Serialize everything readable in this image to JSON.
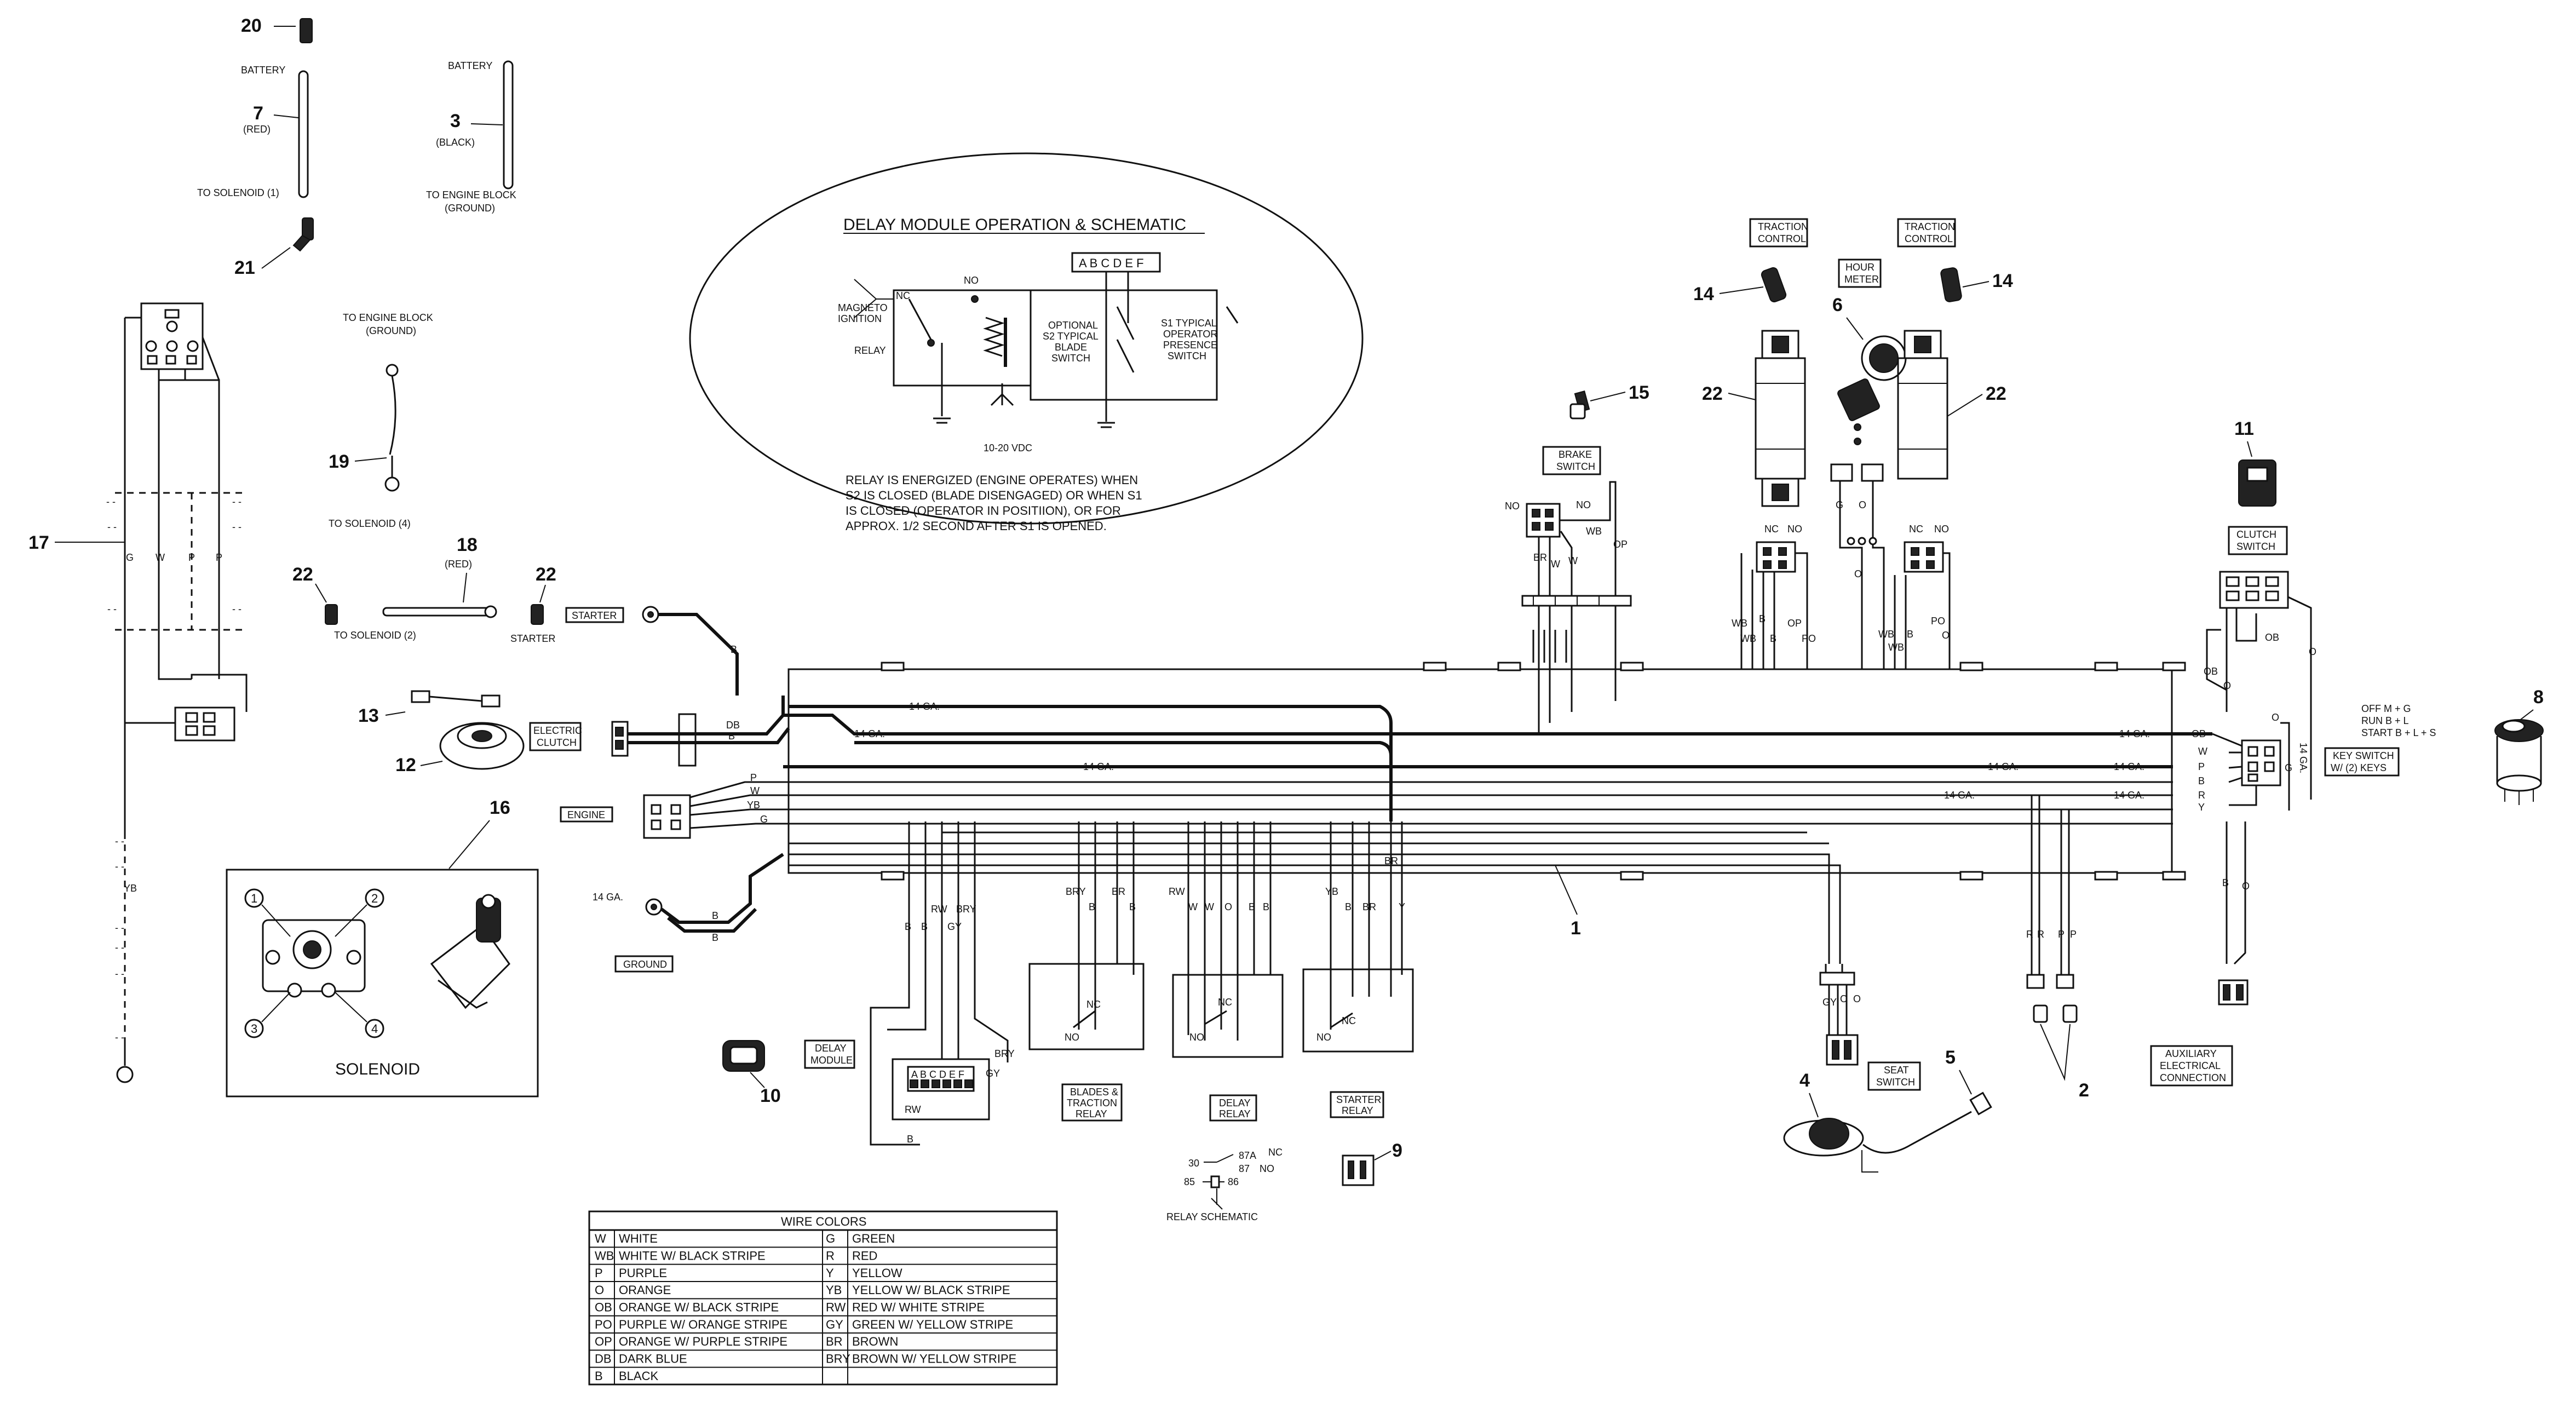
{
  "part_numbers": {
    "p1": "1",
    "p2": "2",
    "p3": "3",
    "p4": "4",
    "p5": "5",
    "p6": "6",
    "p7": "7",
    "p8": "8",
    "p9": "9",
    "p10": "10",
    "p11": "11",
    "p12": "12",
    "p13": "13",
    "p14a": "14",
    "p14b": "14",
    "p15": "15",
    "p16": "16",
    "p17": "17",
    "p18": "18",
    "p19": "19",
    "p20": "20",
    "p21": "21",
    "p22a": "22",
    "p22b": "22",
    "p22c": "22",
    "p22d": "22"
  },
  "cable_labels": {
    "battery_1": "BATTERY",
    "red_1": "(RED)",
    "to_solenoid_1": "TO SOLENOID (1)",
    "battery_2": "BATTERY",
    "black": "(BLACK)",
    "to_engine_block_ground_1": "TO ENGINE BLOCK",
    "to_engine_block_ground_2": "(GROUND)",
    "to_engine_block_1": "TO ENGINE BLOCK",
    "to_engine_block_2": "(GROUND)",
    "to_solenoid_4": "TO SOLENOID (4)",
    "red_2": "(RED)",
    "to_solenoid_2": "TO SOLENOID (2)",
    "starter_small": "STARTER"
  },
  "component_labels": {
    "starter": "STARTER",
    "electric_clutch_1": "ELECTRIC",
    "electric_clutch_2": "CLUTCH",
    "engine": "ENGINE",
    "ground": "GROUND",
    "delay_module_1": "DELAY",
    "delay_module_2": "MODULE",
    "blades_relay_1": "BLADES &",
    "blades_relay_2": "TRACTION",
    "blades_relay_3": "RELAY",
    "delay_relay_1": "DELAY",
    "delay_relay_2": "RELAY",
    "starter_relay_1": "STARTER",
    "starter_relay_2": "RELAY",
    "brake_switch_1": "BRAKE",
    "brake_switch_2": "SWITCH",
    "traction_control_l1": "TRACTION",
    "traction_control_l2": "CONTROL",
    "traction_control_r1": "TRACTION",
    "traction_control_r2": "CONTROL",
    "hour_meter_1": "HOUR",
    "hour_meter_2": "METER",
    "clutch_switch_1": "CLUTCH",
    "clutch_switch_2": "SWITCH",
    "key_switch_1": "KEY SWITCH",
    "key_switch_2": "W/ (2) KEYS",
    "seat_switch_1": "SEAT",
    "seat_switch_2": "SWITCH",
    "aux_1": "AUXILIARY",
    "aux_2": "ELECTRICAL",
    "aux_3": "CONNECTION",
    "solenoid": "SOLENOID",
    "relay_schematic": "RELAY SCHEMATIC"
  },
  "key_positions": {
    "off": "OFF   M + G",
    "run": "RUN   B + L",
    "start": "START B + L + S"
  },
  "relay_schematic": {
    "pin30": "30",
    "pin87a": "87A",
    "nc": "NC",
    "pin87": "87",
    "no": "NO",
    "pin85": "85",
    "pin86": "86"
  },
  "gauge": {
    "g14a": "14 GA.",
    "g14b": "14 GA.",
    "g14c": "14 GA.",
    "g14d": "14 GA.",
    "g14e": "14 GA.",
    "g14f": "14 GA.",
    "g14g": "14 GA.",
    "g14h": "14 GA.",
    "g14v": "14 GA."
  },
  "delay_module": {
    "title": "DELAY MODULE OPERATION & SCHEMATIC",
    "terminals": "A B C D E F",
    "nc": "NC",
    "no": "NO",
    "magneto_1": "MAGNETO",
    "magneto_2": "IGNITION",
    "relay": "RELAY",
    "optional_1": "OPTIONAL",
    "optional_2": "S2 TYPICAL",
    "optional_3": "BLADE",
    "optional_4": "SWITCH",
    "s1_1": "S1 TYPICAL",
    "s1_2": "OPERATOR",
    "s1_3": "PRESENCE",
    "s1_4": "SWITCH",
    "vdc": "10-20 VDC",
    "note_1": "RELAY IS ENERGIZED (ENGINE OPERATES) WHEN",
    "note_2": "S2 IS CLOSED (BLADE DISENGAGED) OR WHEN S1",
    "note_3": "IS CLOSED (OPERATOR IN POSITIION), OR FOR",
    "note_4": "APPROX. 1/2 SECOND AFTER S1 IS OPENED."
  },
  "wire_labels": {
    "w_g": "G",
    "w_w": "W",
    "w_p": "P",
    "w_p2": "P",
    "w_yb": "YB",
    "b_starter": "B",
    "db": "DB",
    "b_clutch": "B",
    "eng_p": "P",
    "eng_w": "W",
    "eng_yb": "YB",
    "eng_g": "G",
    "gnd_b1": "B",
    "gnd_b2": "B",
    "dm_b1": "B",
    "dm_b2": "B",
    "dm_rw": "RW",
    "dm_bry": "BRY",
    "dm_gy": "GY",
    "dm_bry2": "BRY",
    "dm_gy2": "GY",
    "dm_rw2": "RW",
    "dm_b3": "B",
    "r1_bry": "BRY",
    "r1_b1": "B",
    "r1_br": "BR",
    "r1_b2": "B",
    "r2_rw": "RW",
    "r2_w1": "W",
    "r2_w2": "W",
    "r2_o": "O",
    "r2_b1": "B",
    "r2_b2": "B",
    "r3_yb": "YB",
    "r3_b": "B",
    "r3_br": "BR",
    "r3_y": "Y",
    "r3_br2": "BR",
    "r_nc1": "NC",
    "r_no1": "NO",
    "r_nc2": "NC",
    "r_no2": "NO",
    "r_nc3": "NC",
    "r_no3": "NO",
    "bs_no1": "NO",
    "bs_no2": "NO",
    "bs_wb": "WB",
    "bs_op": "OP",
    "bs_br": "BR",
    "bs_w1": "W",
    "bs_w2": "W",
    "tc_nc1": "NC",
    "tc_no1": "NO",
    "tc_wb1": "WB",
    "tc_b1": "B",
    "tc_wb2": "WB",
    "tc_b2": "B",
    "tc_op": "OP",
    "tc_po1": "PO",
    "tc_nc2": "NC",
    "tc_no2": "NO",
    "tc_wb3": "WB",
    "tc_b3": "B",
    "tc_wb4": "WB",
    "tc_po2": "PO",
    "tc_o1": "O",
    "hm_g": "G",
    "hm_o1": "O",
    "hm_o2": "O",
    "cs_ob": "OB",
    "cs_o": "O",
    "cs_ob2": "OB",
    "cs_o2": "O",
    "ks_ob": "OB",
    "ks_w": "W",
    "ks_p": "P",
    "ks_b": "B",
    "ks_r": "R",
    "ks_y": "Y",
    "ks_o": "O",
    "ks_g": "G",
    "aux_b": "B",
    "aux_o": "O",
    "c2_r1": "R",
    "c2_r2": "R",
    "c2_p1": "P",
    "c2_p2": "P",
    "seat_gy": "GY",
    "seat_o1": "O",
    "seat_o2": "O"
  },
  "wire_colors": {
    "title": "WIRE COLORS",
    "rows": [
      {
        "c1": "W",
        "d1": "WHITE",
        "c2": "G",
        "d2": "GREEN"
      },
      {
        "c1": "WB",
        "d1": "WHITE W/ BLACK STRIPE",
        "c2": "R",
        "d2": "RED"
      },
      {
        "c1": "P",
        "d1": "PURPLE",
        "c2": "Y",
        "d2": "YELLOW"
      },
      {
        "c1": "O",
        "d1": "ORANGE",
        "c2": "YB",
        "d2": "YELLOW W/ BLACK STRIPE"
      },
      {
        "c1": "OB",
        "d1": "ORANGE W/ BLACK STRIPE",
        "c2": "RW",
        "d2": "RED W/ WHITE STRIPE"
      },
      {
        "c1": "PO",
        "d1": "PURPLE W/ ORANGE STRIPE",
        "c2": "GY",
        "d2": "GREEN W/ YELLOW STRIPE"
      },
      {
        "c1": "OP",
        "d1": "ORANGE W/ PURPLE STRIPE",
        "c2": "BR",
        "d2": "BROWN"
      },
      {
        "c1": "DB",
        "d1": "DARK BLUE",
        "c2": "BRY",
        "d2": "BROWN W/ YELLOW STRIPE"
      },
      {
        "c1": "B",
        "d1": "BLACK",
        "c2": "",
        "d2": ""
      }
    ]
  }
}
